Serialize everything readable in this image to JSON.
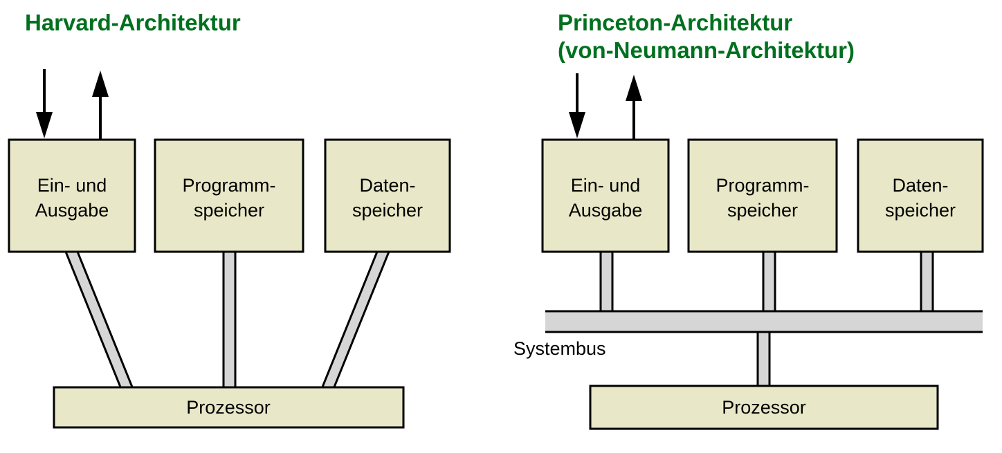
{
  "figure": {
    "kind": "computer-architecture-comparison-diagram",
    "colors": {
      "title_green": "#00701e",
      "box_fill": "#e8e8c8",
      "box_border": "#000000",
      "bus_gray": "#d6d6d6",
      "background": "#ffffff"
    }
  },
  "left": {
    "title": "Harvard-Architektur",
    "arrows": [
      {
        "name": "input-arrow",
        "direction": "down"
      },
      {
        "name": "output-arrow",
        "direction": "up"
      }
    ],
    "boxes": [
      {
        "line1": "Ein- und",
        "line2": "Ausgabe"
      },
      {
        "line1": "Programm-",
        "line2": "speicher"
      },
      {
        "line1": "Daten-",
        "line2": "speicher"
      }
    ],
    "processor": "Prozessor"
  },
  "right": {
    "title_line1": "Princeton-Architektur",
    "title_line2": "(von-Neumann-Architektur)",
    "arrows": [
      {
        "name": "input-arrow",
        "direction": "down"
      },
      {
        "name": "output-arrow",
        "direction": "up"
      }
    ],
    "boxes": [
      {
        "line1": "Ein- und",
        "line2": "Ausgabe"
      },
      {
        "line1": "Programm-",
        "line2": "speicher"
      },
      {
        "line1": "Daten-",
        "line2": "speicher"
      }
    ],
    "bus_label": "Systembus",
    "processor": "Prozessor"
  }
}
